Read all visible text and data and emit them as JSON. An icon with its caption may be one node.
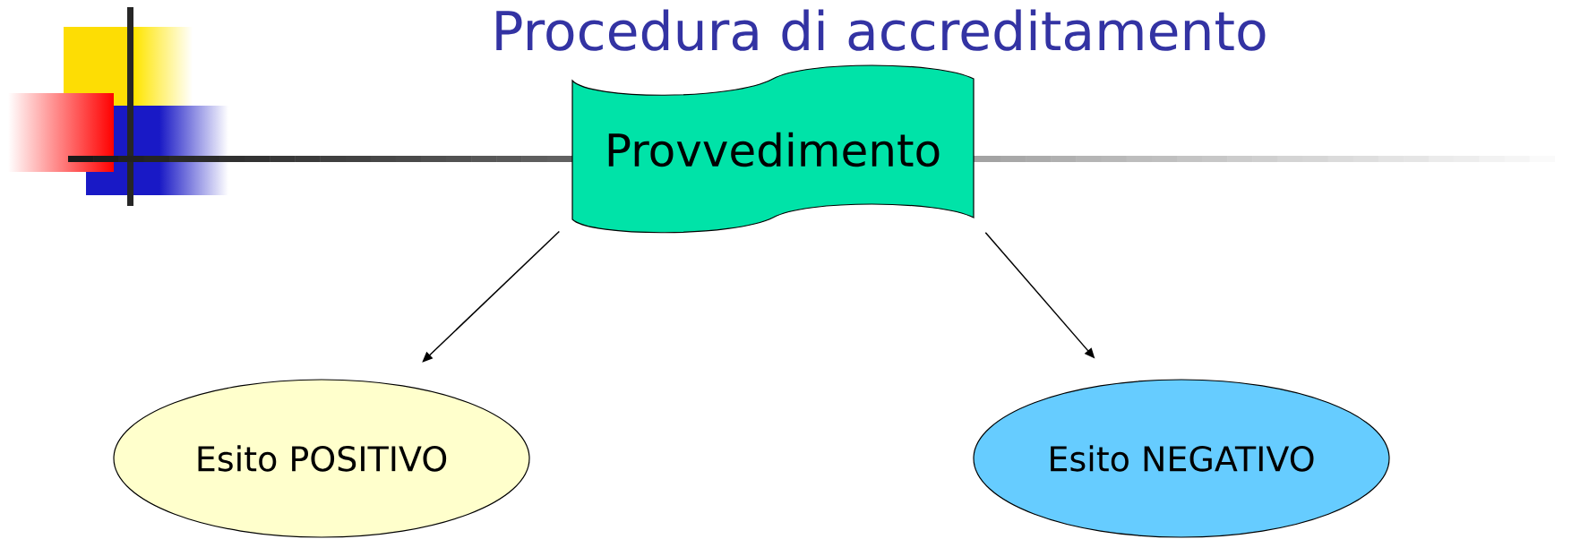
{
  "diagram": {
    "title": "Procedura di accreditamento",
    "nodes": [
      {
        "text": [
          "Provvedimento"
        ]
      },
      {
        "text": [
          "Esito POSITIVO"
        ]
      },
      {
        "text": [
          "Esito NEGATIVO"
        ]
      }
    ],
    "edges": [
      {
        "from": 0,
        "to": 1,
        "arrow": "to"
      },
      {
        "from": 0,
        "to": 2,
        "arrow": "to"
      }
    ]
  }
}
